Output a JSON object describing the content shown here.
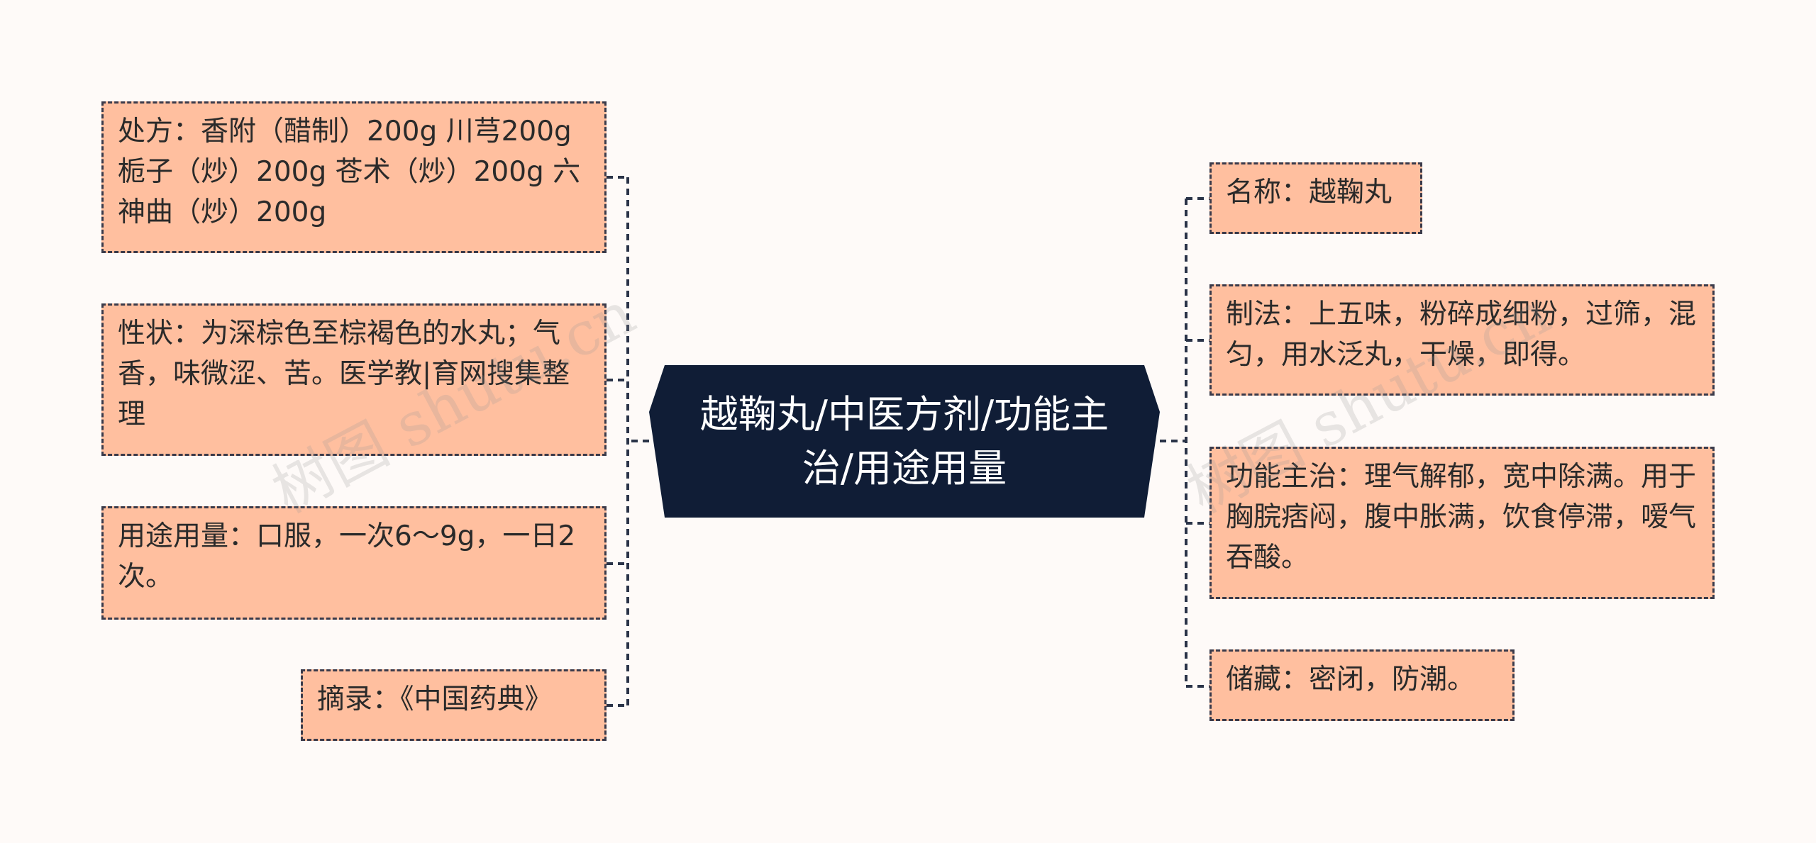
{
  "center": {
    "title": "越鞠丸/中医方剂/功能主治/用途用量"
  },
  "left_nodes": [
    {
      "id": "chufang",
      "text": "处方：香附（醋制）200g 川芎200g 栀子（炒）200g 苍术（炒）200g 六神曲（炒）200g"
    },
    {
      "id": "xingzhuang",
      "text": "性状：为深棕色至棕褐色的水丸；气香，味微涩、苦。医学教|育网搜集整理"
    },
    {
      "id": "yongtu",
      "text": "用途用量：口服，一次6～9g，一日2次。"
    },
    {
      "id": "zhailu",
      "text": "摘录：《中国药典》"
    }
  ],
  "right_nodes": [
    {
      "id": "mingcheng",
      "text": "名称：越鞠丸"
    },
    {
      "id": "zhifa",
      "text": "制法：上五味，粉碎成细粉，过筛，混匀，用水泛丸，干燥，即得。"
    },
    {
      "id": "gongneng",
      "text": "功能主治：理气解郁，宽中除满。用于胸脘痞闷，腹中胀满，饮食停滞，嗳气吞酸。"
    },
    {
      "id": "chucang",
      "text": "储藏：密闭，防潮。"
    }
  ],
  "watermarks": [
    "树图 shutu.cn",
    "树图 shutu.cn"
  ],
  "colors": {
    "center_bg": "#101d36",
    "node_bg": "#ffbf9f",
    "border": "#3a3a4a",
    "background": "#fefaf8"
  }
}
